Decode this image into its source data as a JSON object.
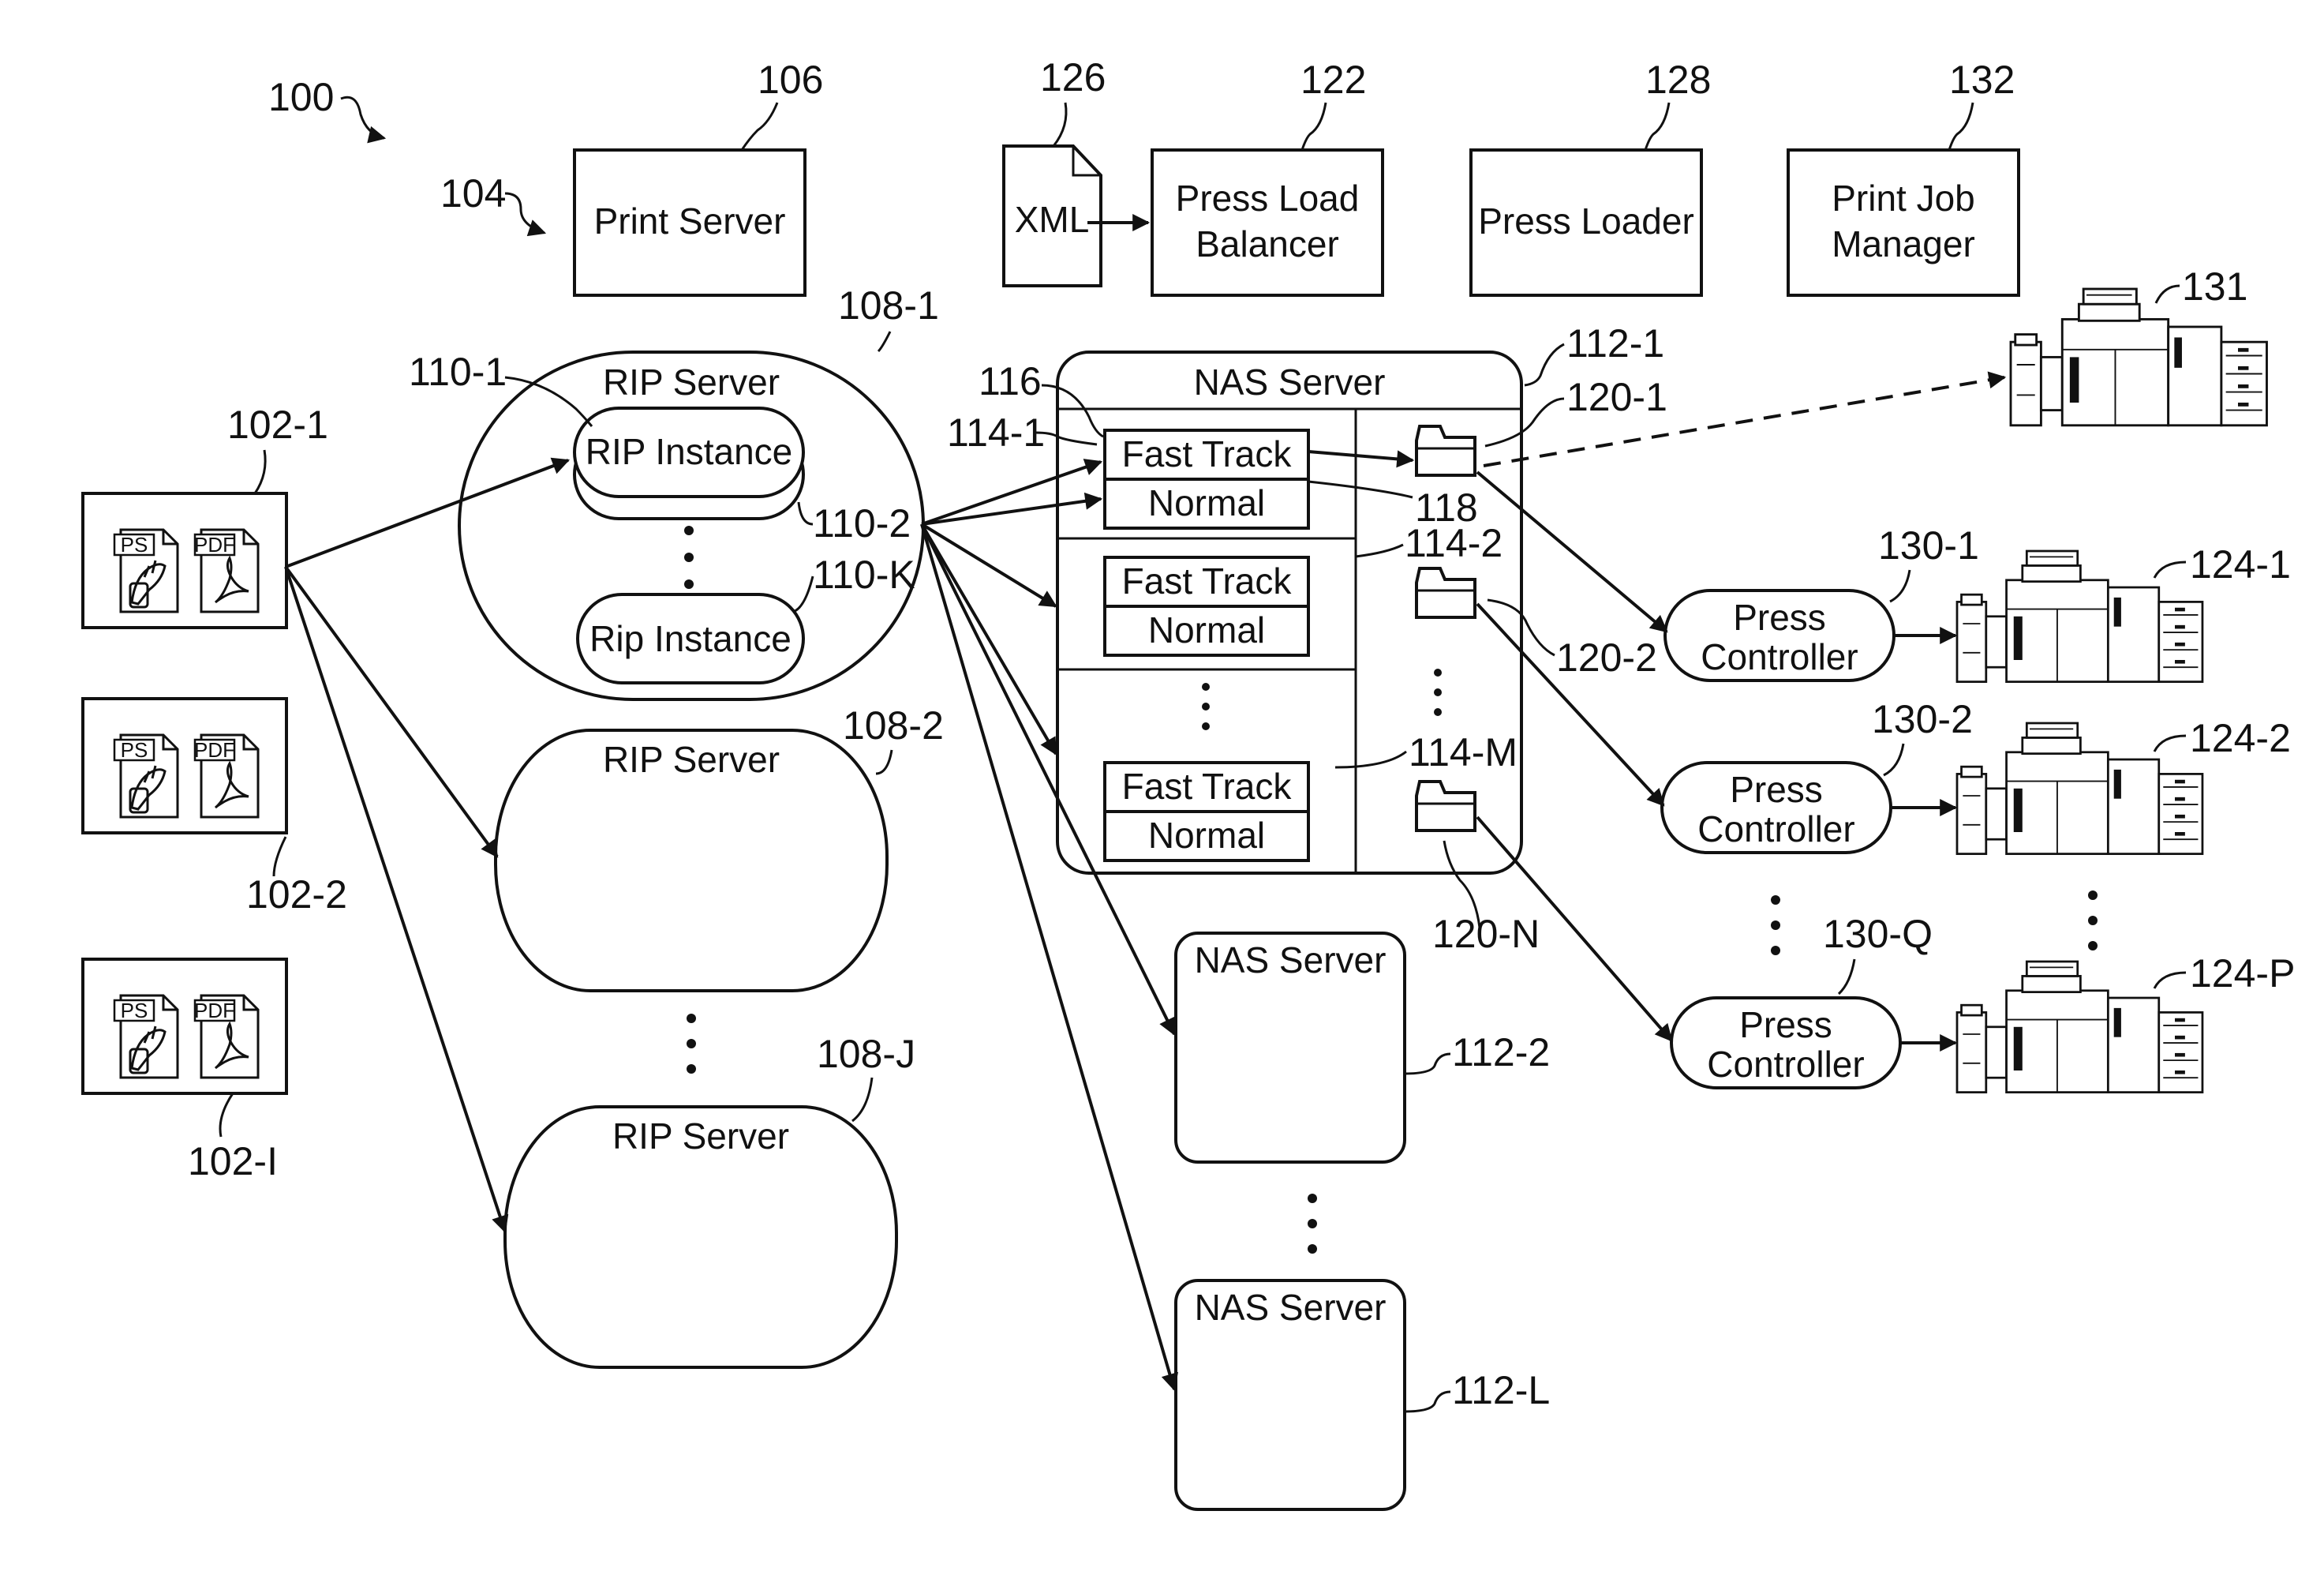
{
  "figure_ref": "100",
  "top_row": [
    {
      "id": "print-server",
      "label_lines": [
        "Print Server"
      ],
      "ref": "106"
    },
    {
      "id": "press-load-balancer",
      "label_lines": [
        "Press Load",
        "Balancer"
      ],
      "ref": "122"
    },
    {
      "id": "press-loader",
      "label_lines": [
        "Press Loader"
      ],
      "ref": "128"
    },
    {
      "id": "print-job-manager",
      "label_lines": [
        "Print Job",
        "Manager"
      ],
      "ref": "132"
    }
  ],
  "print_server_arrow_ref": "104",
  "xml": {
    "label": "XML",
    "ref": "126"
  },
  "documents": [
    {
      "ref": "102-1",
      "ps": "PS",
      "pdf": "PDF"
    },
    {
      "ref": "102-2",
      "ps": "PS",
      "pdf": "PDF"
    },
    {
      "ref": "102-I",
      "ps": "PS",
      "pdf": "PDF"
    }
  ],
  "rip_servers": [
    {
      "label": "RIP Server",
      "ref": "108-1"
    },
    {
      "label": "RIP Server",
      "ref": "108-2"
    },
    {
      "label": "RIP Server",
      "ref": "108-J"
    }
  ],
  "rip_instances": [
    {
      "label": "RIP Instance",
      "ref": "110-1"
    },
    {
      "label": "",
      "ref": "110-2"
    },
    {
      "label": "Rip Instance",
      "ref": "110-K"
    }
  ],
  "nas_main": {
    "label": "NAS Server",
    "ref": "112-1",
    "queue_ref": "116",
    "queues": [
      {
        "ref": "114-1",
        "fast": "Fast Track",
        "normal": "Normal"
      },
      {
        "ref": "114-2",
        "fast": "Fast Track",
        "normal": "Normal"
      },
      {
        "ref": "114-M",
        "fast": "Fast Track",
        "normal": "Normal"
      }
    ],
    "hotfolders": [
      {
        "ref": "120-1"
      },
      {
        "ref": "120-2"
      },
      {
        "ref": "120-N"
      }
    ],
    "hotfolder_group_ref": "118"
  },
  "nas_others": [
    {
      "label": "NAS Server",
      "ref": "112-2"
    },
    {
      "label": "NAS Server",
      "ref": "112-L"
    }
  ],
  "press_controllers": [
    {
      "label_lines": [
        "Press",
        "Controller"
      ],
      "ref": "130-1",
      "press_ref": "124-1"
    },
    {
      "label_lines": [
        "Press",
        "Controller"
      ],
      "ref": "130-2",
      "press_ref": "124-2"
    },
    {
      "label_lines": [
        "Press",
        "Controller"
      ],
      "ref": "130-Q",
      "press_ref": "124-P"
    }
  ],
  "standalone_press_ref": "131"
}
